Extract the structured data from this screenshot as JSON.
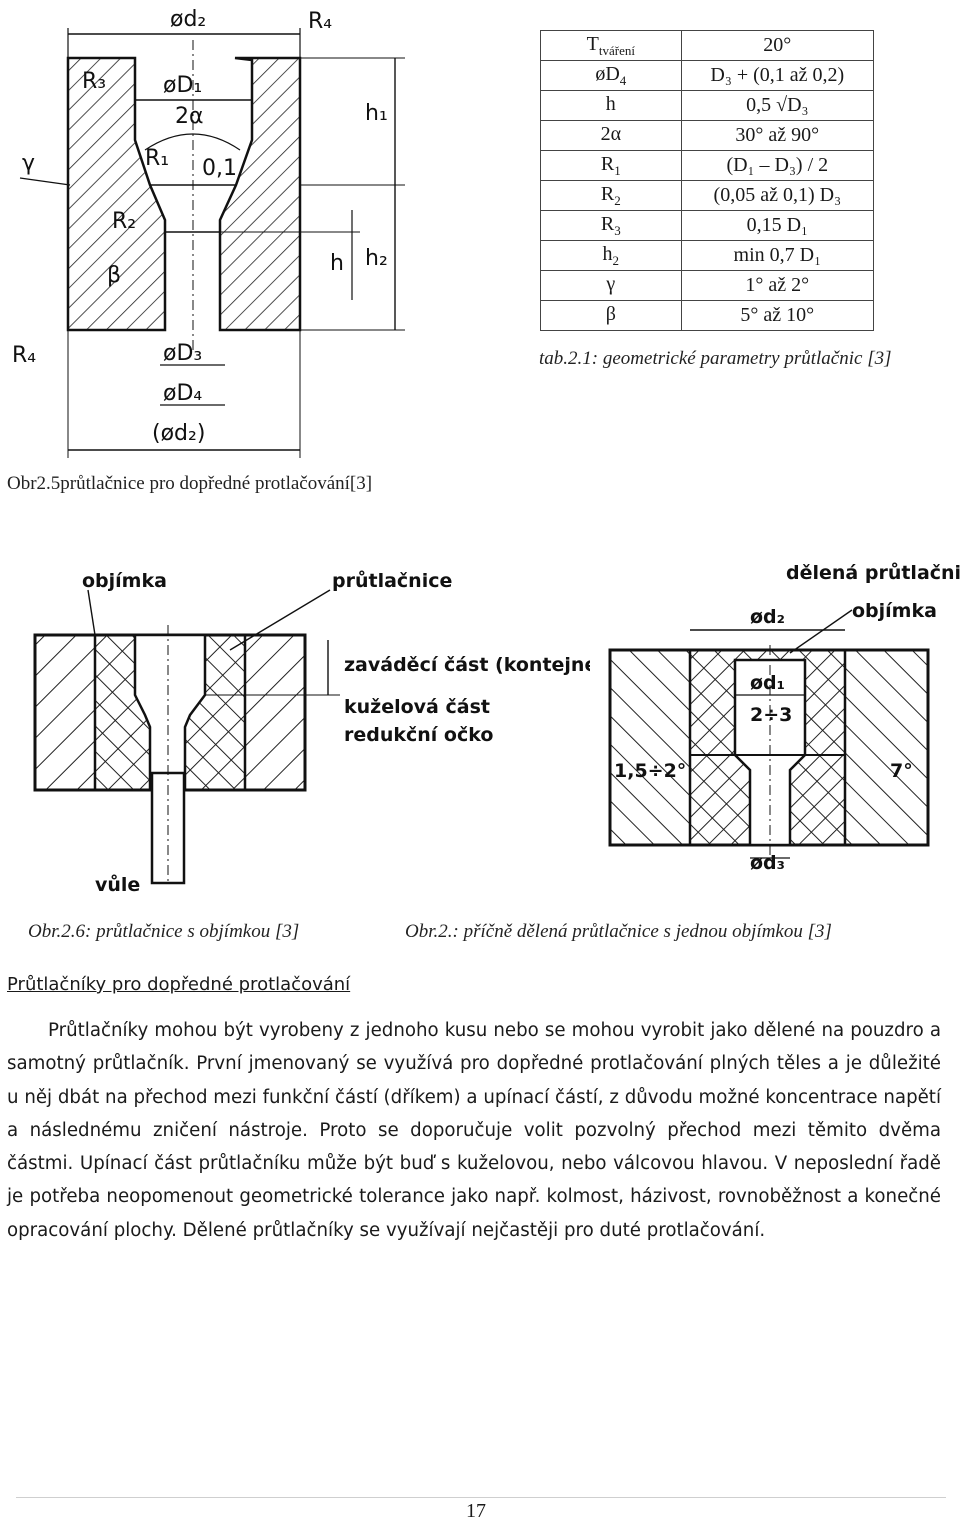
{
  "table": {
    "caption": "tab.2.1: geometrické parametry průtlačnic [3]",
    "rows": [
      {
        "key": "T",
        "key_sub": "tváření",
        "value": "20°"
      },
      {
        "key": "øD",
        "key_sub": "4",
        "value": "D₃ + (0,1 až 0,2)"
      },
      {
        "key": "h",
        "key_sub": "",
        "value": "0,5 √D₃"
      },
      {
        "key": "2α",
        "key_sub": "",
        "value": "30° až 90°"
      },
      {
        "key": "R",
        "key_sub": "1",
        "value": "(D₁ – D₃) / 2"
      },
      {
        "key": "R",
        "key_sub": "2",
        "value": "(0,05 až 0,1) D₃"
      },
      {
        "key": "R",
        "key_sub": "3",
        "value": "0,15 D₁"
      },
      {
        "key": "h",
        "key_sub": "2",
        "value": "min 0,7 D₁"
      },
      {
        "key": "γ",
        "key_sub": "",
        "value": "1° až 2°"
      },
      {
        "key": "β",
        "key_sub": "",
        "value": "5° až 10°"
      }
    ]
  },
  "figures": {
    "fig1": {
      "caption": "Obr2.5průtlačnice pro dopředné protlačování[3]",
      "labels": {
        "d2": "ød₂",
        "r4_top": "R₄",
        "r3": "R₃",
        "d1": "øD₁",
        "alpha": "2α",
        "gamma": "γ",
        "r1": "R₁",
        "zero1": "0,1",
        "h1": "h₁",
        "r2": "R₂",
        "beta": "β",
        "h": "h",
        "h2": "h₂",
        "r4_bot": "R₄",
        "d3": "øD₃",
        "d4": "øD₄",
        "d2b": "(ød₂)"
      }
    },
    "fig2": {
      "caption": "Obr.2.6: průtlačnice s objímkou [3]",
      "labels": {
        "objimka": "objímka",
        "prutlacnice": "průtlačnice",
        "zavadeci": "zaváděcí část (kontejner)",
        "kuzelova": "kuželová část",
        "redukcni": "redukční očko",
        "vule": "vůle"
      }
    },
    "fig3": {
      "caption": "Obr.2.: příčně dělená průtlačnice s jednou objímkou [3]",
      "labels": {
        "delena": "dělená průtlačnice",
        "objimka": "objímka",
        "d2": "ød₂",
        "d1": "ød₁",
        "ratio": "2÷3",
        "angle": "1,5÷2°",
        "angle7": "7°",
        "d3": "ød₃"
      }
    }
  },
  "section": {
    "heading": "Průtlačníky pro dopředné protlačování",
    "paragraph": "Průtlačníky mohou být vyrobeny z jednoho kusu nebo se mohou vyrobit jako dělené na pouzdro a samotný průtlačník. První jmenovaný se využívá pro dopředné protlačování plných těles a je důležité u něj dbát na přechod mezi funkční částí (dříkem) a upínací částí, z důvodu možné koncentrace napětí a následnému zničení nástroje. Proto se doporučuje volit pozvolný přechod mezi těmito dvěma částmi. Upínací část průtlačníku může být buď s kuželovou, nebo válcovou hlavou. V neposlední řadě je potřeba neopomenout geometrické tolerance jako např. kolmost, házivost, rovnoběžnost a konečné opracování plochy. Dělené průtlačníky se využívají nejčastěji pro duté protlačování."
  },
  "page_number": "17"
}
